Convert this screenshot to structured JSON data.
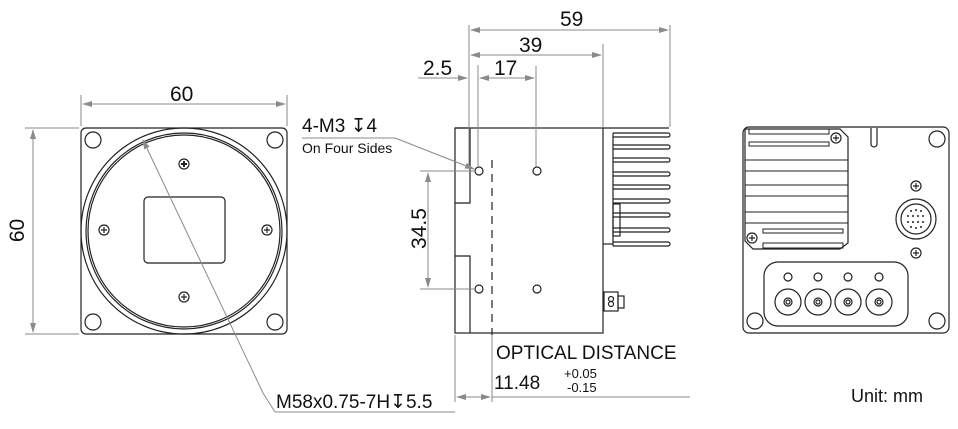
{
  "front_view": {
    "width_dim": "60",
    "height_dim": "60",
    "mount_thread": "M58x0.75-7H↧5.5"
  },
  "side_view": {
    "overall_length": "59",
    "body_length": "39",
    "hole_offset": "17",
    "flange_offset": "2.5",
    "hole_spacing": "34.5",
    "hole_callout": "4-M3 ↧4",
    "hole_callout_note": "On Four Sides",
    "optical_distance_label": "OPTICAL DISTANCE",
    "optical_distance_value": "11.48",
    "tolerance_upper": "+0.05",
    "tolerance_lower": "-0.15"
  },
  "rear_view": {
    "connector_count": 4
  },
  "unit_label": "Unit: mm",
  "colors": {
    "outline": "#222222",
    "dimension": "#8a8a8a"
  }
}
